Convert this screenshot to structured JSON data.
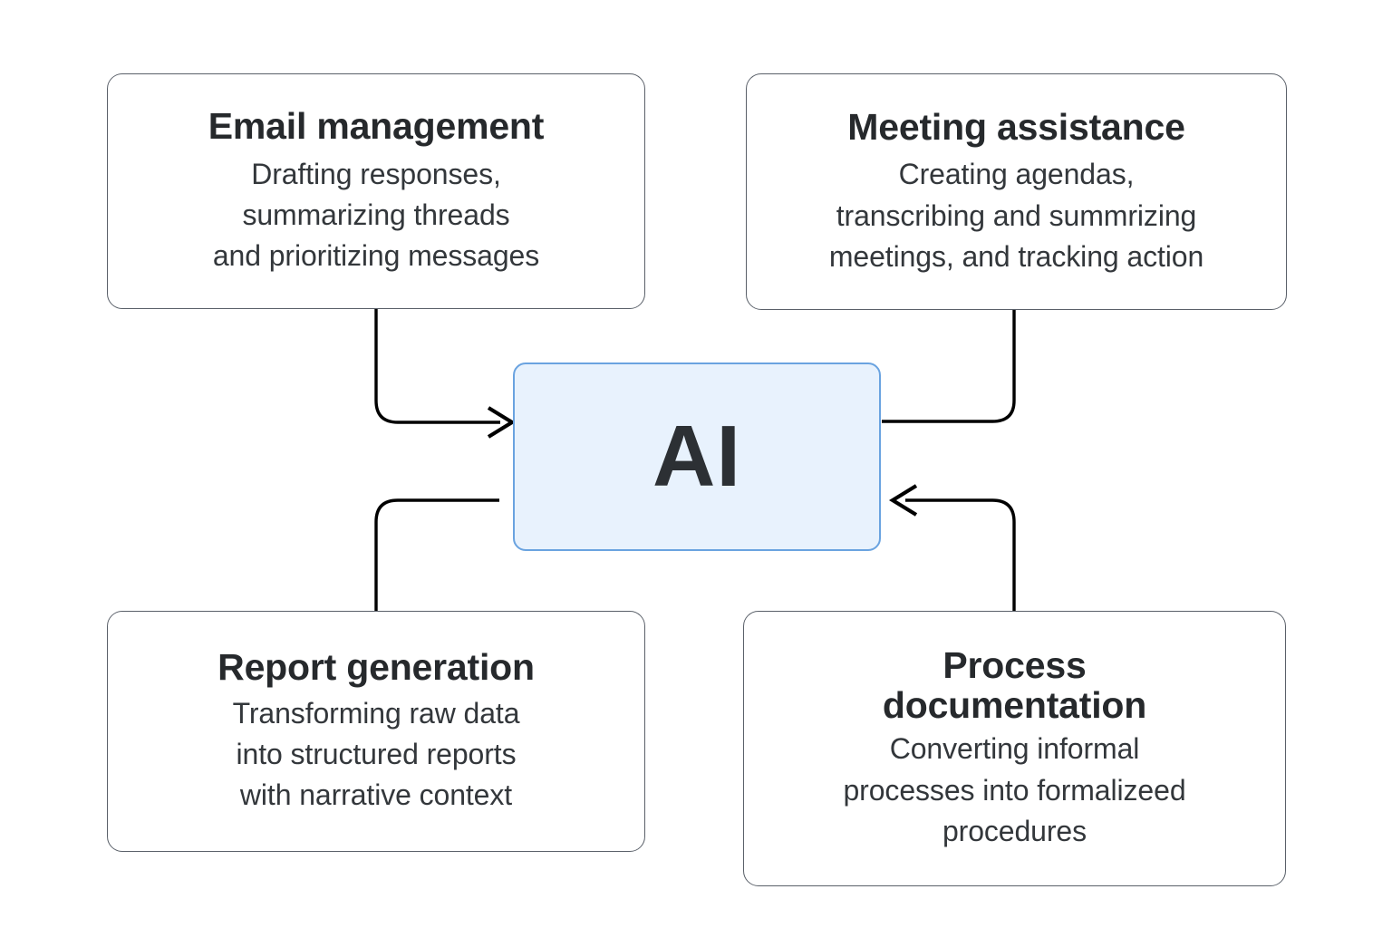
{
  "diagram": {
    "background_color": "#ffffff",
    "center": {
      "label": "AI",
      "fill_color": "#e8f2fd",
      "border_color": "#6aa3e0"
    },
    "nodes": [
      {
        "id": "email-management",
        "title": "Email management",
        "description": "Drafting responses,\nsummarizing threads\nand prioritizing messages",
        "border_color": "#5a6069",
        "fill_color": "#ffffff"
      },
      {
        "id": "meeting-assistance",
        "title": "Meeting assistance",
        "description": "Creating agendas,\ntranscribing and summrizing\nmeetings, and tracking action",
        "border_color": "#5a6069",
        "fill_color": "#ffffff"
      },
      {
        "id": "report-generation",
        "title": "Report generation",
        "description": "Transforming raw data\ninto structured reports\nwith narrative context",
        "border_color": "#5a6069",
        "fill_color": "#ffffff"
      },
      {
        "id": "process-documentation",
        "title": "Process\ndocumentation",
        "description": "Converting informal\nprocesses into formalizeed\nprocedures",
        "border_color": "#5a6069",
        "fill_color": "#ffffff"
      }
    ],
    "connectors": [
      {
        "id": "email-to-ai",
        "from": "email-management",
        "to": "ai",
        "arrowhead": "at-target",
        "color": "#000000"
      },
      {
        "id": "meeting-to-ai",
        "from": "meeting-assistance",
        "to": "ai",
        "arrowhead": "none",
        "color": "#000000"
      },
      {
        "id": "ai-to-report",
        "from": "ai",
        "to": "report-generation",
        "arrowhead": "none",
        "color": "#000000"
      },
      {
        "id": "process-to-ai",
        "from": "process-documentation",
        "to": "ai",
        "arrowhead": "at-target",
        "color": "#000000"
      }
    ]
  }
}
